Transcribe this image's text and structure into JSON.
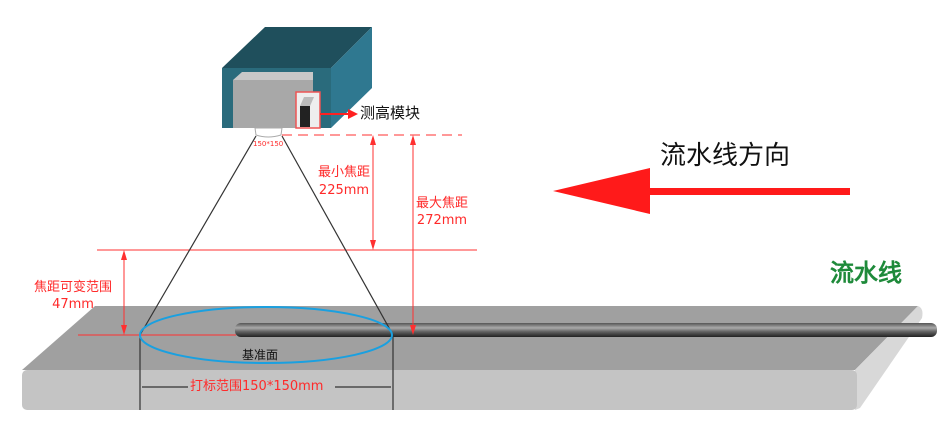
{
  "labels": {
    "height_module": "测高模块",
    "lens_field": "150*150",
    "min_focal_title": "最小焦距",
    "min_focal_value": "225mm",
    "max_focal_title": "最大焦距",
    "max_focal_value": "272mm",
    "focal_range_title": "焦距可变范围",
    "focal_range_value": "47mm",
    "reference_plane": "基准面",
    "marking_range": "打标范围150*150mm",
    "flow_direction": "流水线方向",
    "conveyor": "流水线"
  },
  "colors": {
    "camera_body": "#2a6b7c",
    "dimension": "#ff2a2a",
    "field_ellipse": "#1aa0e0",
    "conveyor_label": "#1e8a3a",
    "conveyor_top": "#a0a0a0",
    "conveyor_front": "#c4c4c4"
  }
}
